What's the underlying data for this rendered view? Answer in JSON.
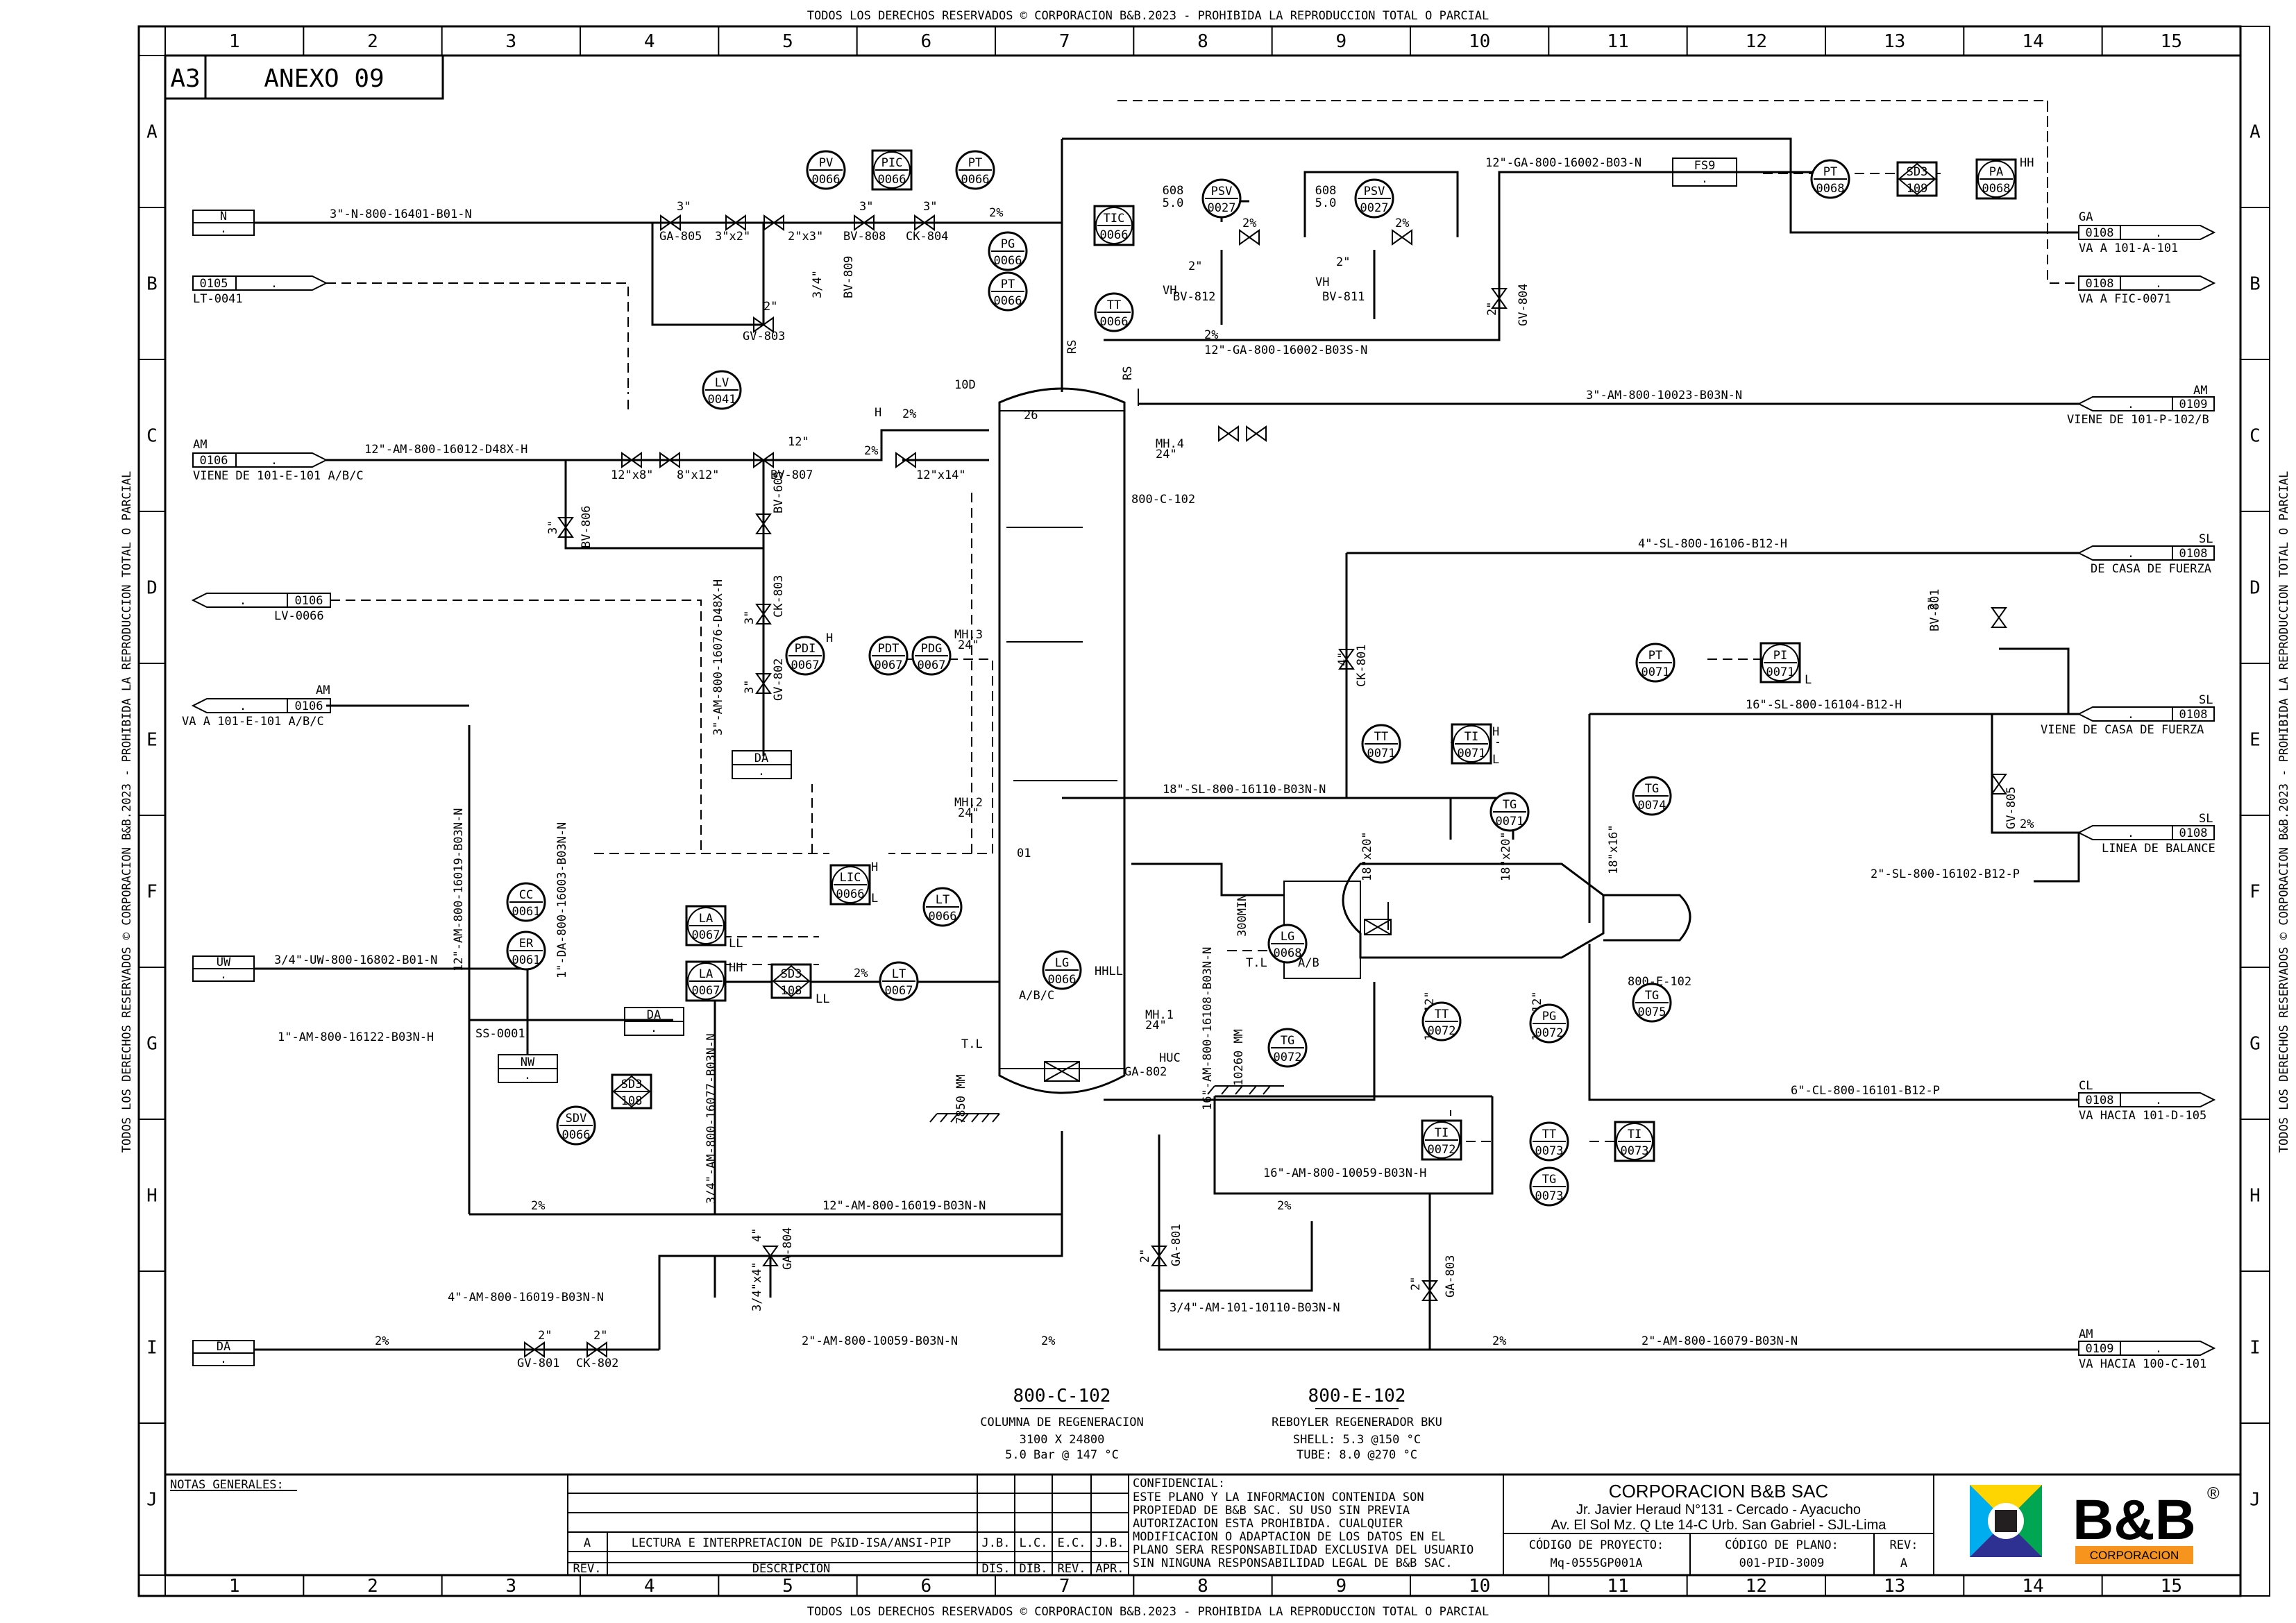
{
  "border": {
    "copyright_top": "TODOS LOS DERECHOS RESERVADOS © CORPORACION B&B.2023 - PROHIBIDA LA REPRODUCCION TOTAL O PARCIAL",
    "copyright_bottom": "TODOS LOS DERECHOS RESERVADOS © CORPORACION B&B.2023 - PROHIBIDA LA REPRODUCCION TOTAL O PARCIAL",
    "copyright_side": "TODOS LOS DERECHOS RESERVADOS © CORPORACION B&B.2023 - PROHIBIDA LA REPRODUCCION TOTAL O PARCIAL",
    "columns": [
      "1",
      "2",
      "3",
      "4",
      "5",
      "6",
      "7",
      "8",
      "9",
      "10",
      "11",
      "12",
      "13",
      "14",
      "15"
    ],
    "rows": [
      "A",
      "B",
      "C",
      "D",
      "E",
      "F",
      "G",
      "H",
      "I",
      "J"
    ]
  },
  "sheet": {
    "size": "A3",
    "annex": "ANEXO 09"
  },
  "lines": {
    "n_in": "3\"-N-800-16401-B01-N",
    "ga_top": "12\"-GA-800-16002-B03-N",
    "ga_mid": "12\"-GA-800-16002-B03S-N",
    "am_in": "12\"-AM-800-16012-D48X-H",
    "am_109": "3\"-AM-800-10023-B03N-N",
    "sl_106": "4\"-SL-800-16106-B12-H",
    "sl_104": "16\"-SL-800-16104-B12-H",
    "sl_110": "18\"-SL-800-16110-B03N-N",
    "sl_102": "2\"-SL-800-16102-B12-P",
    "am_76": "3\"-AM-800-16076-D48X-H",
    "am_19v": "12\"-AM-800-16019-B03N-N",
    "da_03": "1\"-DA-800-16003-B03N-N",
    "uw": "3/4\"-UW-800-16802-B01-N",
    "am_122": "1\"-AM-800-16122-B03N-H",
    "am_77": "3/4\"-AM-800-16077-B03N-N",
    "am_19h": "12\"-AM-800-16019-B03N-N",
    "am_19n": "4\"-AM-800-16019-B03N-N",
    "am_59": "2\"-AM-800-10059-B03N-N",
    "am_108": "16\"-AM-800-16108-B03N-N",
    "am_59b": "16\"-AM-800-10059-B03N-H",
    "am_101": "3/4\"-AM-101-10110-B03N-N",
    "am_79": "2\"-AM-800-16079-B03N-N",
    "cl_101": "6\"-CL-800-16101-B12-P"
  },
  "offpage": {
    "n": "N",
    "lt41_num": "0105",
    "lt41_txt": "LT-0041",
    "am106_num": "0106",
    "am106_tag": "AM",
    "am106_txt": "VIENE DE 101-E-101 A/B/C",
    "lv66_num": "0106",
    "lv66_txt": "LV-0066",
    "va106_num": "0106",
    "va106_tag": "AM",
    "va106_txt": "VA A 101-E-101 A/B/C",
    "uw": "UW",
    "da_left": "DA",
    "ga108_num": "0108",
    "ga108_tag": "GA",
    "ga108_txt": "VA A 101-A-101",
    "fic71_num": "0108",
    "fic71_txt": "VA A FIC-0071",
    "am109_num": "0109",
    "am109_tag": "AM",
    "am109_txt": "VIENE DE 101-P-102/B",
    "sl_cf1_num": "0108",
    "sl_cf1_tag": "SL",
    "sl_cf1_txt": "DE CASA DE FUERZA",
    "sl_cf2_num": "0108",
    "sl_cf2_tag": "SL",
    "sl_cf2_txt": "VIENE DE CASA DE FUERZA",
    "sl_bal_num": "0108",
    "sl_bal_tag": "SL",
    "sl_bal_txt": "LINEA DE BALANCE",
    "cl_num": "0108",
    "cl_tag": "CL",
    "cl_txt": "VA HACIA 101-D-105",
    "am_c101_num": "0109",
    "am_c101_tag": "AM",
    "am_c101_txt": "VA HACIA 100-C-101",
    "dot": "."
  },
  "instruments": [
    {
      "id": "pv66",
      "t": "PV",
      "n": "0066"
    },
    {
      "id": "pic66",
      "t": "PIC",
      "n": "0066"
    },
    {
      "id": "pt66",
      "t": "PT",
      "n": "0066"
    },
    {
      "id": "pg66",
      "t": "PG",
      "n": "0066"
    },
    {
      "id": "pdd66",
      "t": "PT",
      "n": "0066"
    },
    {
      "id": "tic66",
      "t": "TIC",
      "n": "0066"
    },
    {
      "id": "tt66",
      "t": "TT",
      "n": "0066"
    },
    {
      "id": "psv27a",
      "t": "PSV",
      "n": "0027"
    },
    {
      "id": "psv27b",
      "t": "PSV",
      "n": "0027"
    },
    {
      "id": "lv41",
      "t": "LV",
      "n": "0041"
    },
    {
      "id": "pdi67",
      "t": "PDI",
      "n": "0067"
    },
    {
      "id": "pdt67",
      "t": "PDT",
      "n": "0067"
    },
    {
      "id": "pdg67",
      "t": "PDG",
      "n": "0067"
    },
    {
      "id": "lic66",
      "t": "LIC",
      "n": "0066"
    },
    {
      "id": "la67a",
      "t": "LA",
      "n": "0067"
    },
    {
      "id": "lt66",
      "t": "LT",
      "n": "0066"
    },
    {
      "id": "la67b",
      "t": "LA",
      "n": "0067"
    },
    {
      "id": "sd108a",
      "t": "SD3",
      "n": "108"
    },
    {
      "id": "lt67",
      "t": "LT",
      "n": "0067"
    },
    {
      "id": "lg66",
      "t": "LG",
      "n": "0066"
    },
    {
      "id": "cc61",
      "t": "CC",
      "n": "0061"
    },
    {
      "id": "er61",
      "t": "ER",
      "n": "0061"
    },
    {
      "id": "sdv66",
      "t": "SDV",
      "n": "0066"
    },
    {
      "id": "sd108b",
      "t": "SD3",
      "n": "108"
    },
    {
      "id": "tg72",
      "t": "TG",
      "n": "0072"
    },
    {
      "id": "lg68",
      "t": "LG",
      "n": "0068"
    },
    {
      "id": "tt72",
      "t": "TT",
      "n": "0072"
    },
    {
      "id": "ti72",
      "t": "TI",
      "n": "0072"
    },
    {
      "id": "pg72",
      "t": "PG",
      "n": "0072"
    },
    {
      "id": "tt73",
      "t": "TT",
      "n": "0073"
    },
    {
      "id": "ti73",
      "t": "TI",
      "n": "0073"
    },
    {
      "id": "tg73",
      "t": "TG",
      "n": "0073"
    },
    {
      "id": "tt71",
      "t": "TT",
      "n": "0071"
    },
    {
      "id": "ti71",
      "t": "TI",
      "n": "0071"
    },
    {
      "id": "tg71",
      "t": "TG",
      "n": "0071"
    },
    {
      "id": "pt71",
      "t": "PT",
      "n": "0071"
    },
    {
      "id": "pi71",
      "t": "PI",
      "n": "0071"
    },
    {
      "id": "tg74",
      "t": "TG",
      "n": "0074"
    },
    {
      "id": "tg75",
      "t": "TG",
      "n": "0075"
    },
    {
      "id": "pt68",
      "t": "PT",
      "n": "0068"
    },
    {
      "id": "sd109",
      "t": "SD3",
      "n": "109"
    },
    {
      "id": "pa68",
      "t": "PA",
      "n": "0068"
    }
  ],
  "setpoints": {
    "s1a": "608",
    "s1b": "5.0",
    "s2a": "608",
    "s2b": "5.0",
    "hh": "HH",
    "h": "H",
    "l": "L",
    "ll": "LL"
  },
  "valves": {
    "ga805": "GA-805",
    "bv808": "BV-808",
    "ck804": "CK-804",
    "gv803": "GV-803",
    "bv809": "BV-809",
    "bv812": "BV-812",
    "bv811": "BV-811",
    "gv804": "GV-804",
    "bv806": "BV-806",
    "bv807": "BV-807",
    "bv605": "BV-605",
    "ck803": "CK-803",
    "gv802": "GV-802",
    "ss0001": "SS-0001",
    "ga802": "GA-802",
    "ga804": "GA-804",
    "gv801": "GV-801",
    "ck802": "CK-802",
    "ck801": "CK-801",
    "bv801": "BV-801",
    "gv805": "GV-805",
    "ga801": "GA-801",
    "ga803": "GA-803"
  },
  "sizes": {
    "s3a": "3\"",
    "s3b": "3\"",
    "s3c": "3\"",
    "s3x2": "3\"x2\"",
    "s2x3": "2\"x3\"",
    "s34": "3/4\"",
    "s2a": "2\"",
    "s2b": "2\"",
    "s2c": "2\"",
    "s2d": "2\"",
    "s12": "12\"",
    "s12x8": "12\"x8\"",
    "s8x12": "8\"x12\"",
    "s12x14": "12\"x14\"",
    "s3d": "3\"",
    "s3e": "3\"",
    "s3f": "3\"",
    "s4a": "4\"",
    "s4b": "4\"",
    "s34x4": "3/4\"x4\"",
    "s18x20a": "18\"x20\"",
    "s18x20b": "18\"x20\"",
    "s18x16": "18\"x16\"",
    "s16x12a": "16\"x12\"",
    "s16x12b": "16\"x12\"",
    "s2e": "2\"",
    "s2f": "2\"",
    "s2g": "2\"",
    "s2h": "2\"",
    "s2i": "2\""
  },
  "slopes": {
    "p2": "2%",
    "p2b": "2%"
  },
  "column": {
    "tag": "800-C-102",
    "tray26": "26",
    "tray01": "01",
    "mh4": "MH.4",
    "mh4s": "24\"",
    "mh3": "MH.3",
    "mh3s": "24\"",
    "mh2": "MH.2",
    "mh2s": "24\"",
    "mh1": "MH.1",
    "mh1s": "24\"",
    "d10": "10D",
    "abc": "A/B/C",
    "hhll": "HHLL",
    "tl": "T.L",
    "huc": "HUC",
    "h7850": "7850 MM",
    "rs": "RS"
  },
  "reboiler": {
    "tag": "800-E-102",
    "ab": "A/B",
    "tl": "T.L",
    "h300": "300MIN",
    "h10260": "10260 MM"
  },
  "drains": {
    "da1": "DA",
    "da2": "DA",
    "nw": "NW",
    "vh": "VH",
    "dot": "."
  },
  "fs9": "FS9",
  "legend": {
    "c102_tag": "800-C-102",
    "c102_name": "COLUMNA DE REGENERACION",
    "c102_dim": "3100 X 24800",
    "c102_cond": "5.0 Bar @ 147 °C",
    "e102_tag": "800-E-102",
    "e102_name": "REBOYLER REGENERADOR BKU",
    "e102_shell": "SHELL: 5.3 @150 °C",
    "e102_tube": "TUBE: 8.0 @270 °C"
  },
  "title_block": {
    "notes": "NOTAS GENERALES:",
    "rev_a": "A",
    "rev_desc": "LECTURA E INTERPRETACION DE P&ID-ISA/ANSI-PIP",
    "jb": "J.B.",
    "lc": "L.C.",
    "ec": "E.C.",
    "jb2": "J.B.",
    "h_rev": "REV.",
    "h_desc": "DESCRIPCION",
    "h_dis": "DIS.",
    "h_dib": "DIB.",
    "h_revi": "REV.",
    "h_apr": "APR.",
    "conf_title": "CONFIDENCIAL:",
    "conf_text": "ESTE PLANO Y LA INFORMACION CONTENIDA SON PROPIEDAD DE B&B SAC. SU USO SIN PREVIA AUTORIZACION ESTA PROHIBIDA. CUALQUIER MODIFICACION O ADAPTACION DE LOS DATOS EN EL PLANO SERA RESPONSABILIDAD EXCLUSIVA DEL USUARIO SIN NINGUNA RESPONSABILIDAD LEGAL DE B&B SAC.",
    "company": "CORPORACION B&B SAC",
    "addr1": "Jr. Javier Heraud N°131 - Cercado - Ayacucho",
    "addr2": "Av. El Sol Mz. Q Lte 14-C Urb. San Gabriel - SJL-Lima",
    "proj_lbl": "CÓDIGO DE PROYECTO:",
    "proj": "Mq-0555GP001A",
    "plan_lbl": "CÓDIGO DE PLANO:",
    "plan": "001-PID-3009",
    "rev_lbl": "REV:",
    "rev": "A",
    "logo_text": "B&B",
    "logo_sub": "CORPORACION",
    "reg": "®"
  }
}
